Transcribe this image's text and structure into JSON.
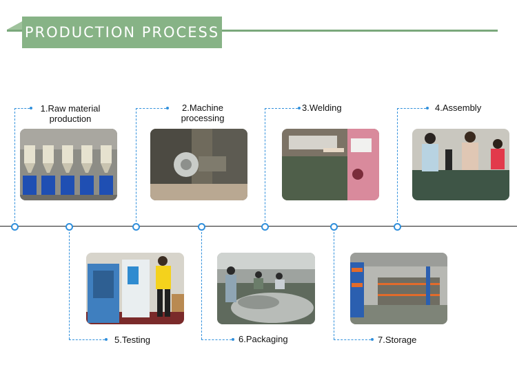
{
  "header": {
    "title": "PRODUCTION PROCESS"
  },
  "steps": [
    {
      "label_line1": "1.Raw material",
      "label_line2": "production"
    },
    {
      "label_line1": "2.Machine",
      "label_line2": "processing"
    },
    {
      "label_line1": "3.Welding"
    },
    {
      "label_line1": "4.Assembly"
    },
    {
      "label_line1": "5.Testing"
    },
    {
      "label_line1": "6.Packaging"
    },
    {
      "label_line1": "7.Storage"
    }
  ],
  "colors": {
    "header_green": "#87b386",
    "line_green": "#7aa87b",
    "timeline_blue": "#2f8fdc"
  }
}
